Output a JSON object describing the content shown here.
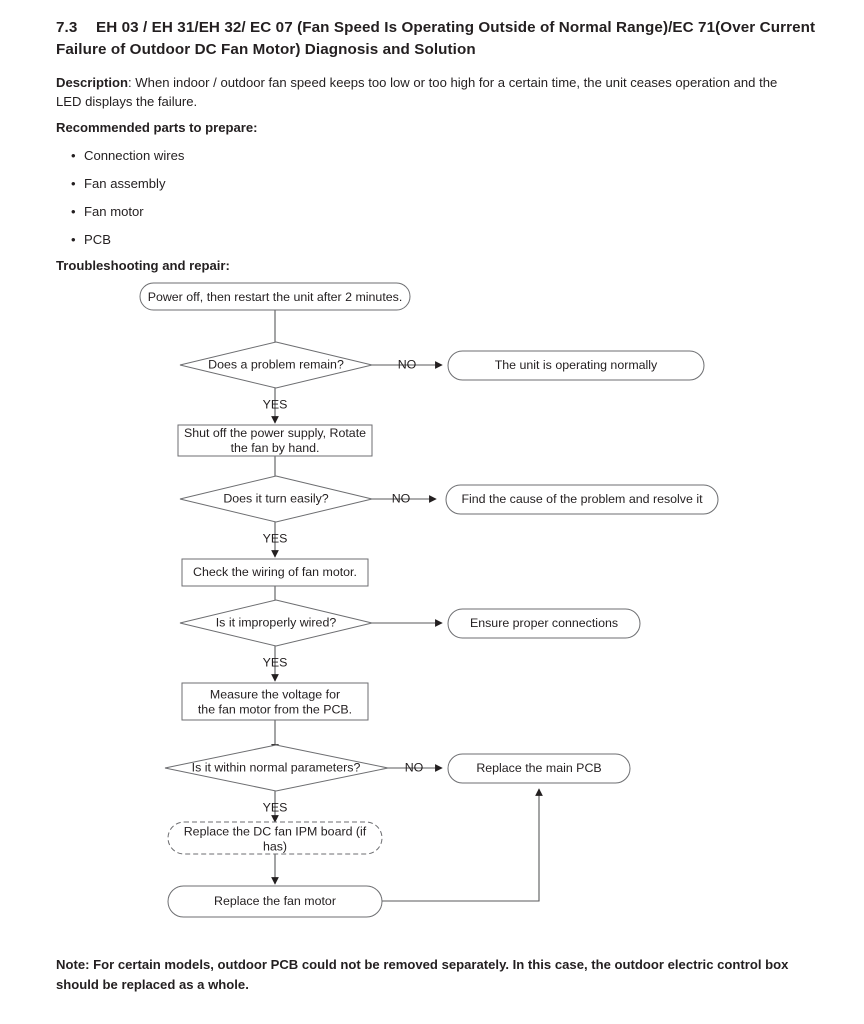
{
  "heading": {
    "number": "7.3",
    "text": "EH 03 / EH 31/EH 32/ EC 07 (Fan Speed Is Operating Outside of Normal Range)/EC 71(Over Current Failure of Outdoor DC Fan Motor) Diagnosis and Solution"
  },
  "description": {
    "label": "Description",
    "body": ": When indoor / outdoor fan speed keeps too low or too high for a certain time, the unit ceases operation and the LED displays the failure."
  },
  "recommended_parts": {
    "heading": "Recommended parts to prepare:",
    "bullet_glyph": "•",
    "items": [
      "Connection wires",
      "Fan assembly",
      "Fan motor",
      "PCB"
    ]
  },
  "troubleshooting": {
    "heading": "Troubleshooting and repair:"
  },
  "note": "Note: For certain models, outdoor PCB could not be removed separately. In this case, the outdoor electric control box should be replaced as a whole.",
  "chart_data": {
    "type": "diagram",
    "diagram_kind": "flowchart",
    "nodes": [
      {
        "id": "start",
        "shape": "rounded",
        "lines": [
          "Power off, then restart the unit after 2 minutes."
        ]
      },
      {
        "id": "d1",
        "shape": "diamond",
        "lines": [
          "Does a problem remain?"
        ]
      },
      {
        "id": "ok",
        "shape": "rounded",
        "lines": [
          "The unit is operating normally"
        ]
      },
      {
        "id": "p1",
        "shape": "rect",
        "lines": [
          "Shut off the power supply, Rotate",
          "the fan by hand."
        ]
      },
      {
        "id": "d2",
        "shape": "diamond",
        "lines": [
          "Does it turn easily?"
        ]
      },
      {
        "id": "find",
        "shape": "rounded",
        "lines": [
          "Find the cause of the problem and resolve it"
        ]
      },
      {
        "id": "p2",
        "shape": "rect",
        "lines": [
          "Check the wiring of fan motor."
        ]
      },
      {
        "id": "d3",
        "shape": "diamond",
        "lines": [
          "Is it improperly wired?"
        ]
      },
      {
        "id": "ensure",
        "shape": "rounded",
        "lines": [
          "Ensure proper connections"
        ]
      },
      {
        "id": "p3",
        "shape": "rect",
        "lines": [
          "Measure the voltage for",
          "the fan motor from the  PCB."
        ]
      },
      {
        "id": "d4",
        "shape": "diamond",
        "lines": [
          "Is it within normal parameters?"
        ]
      },
      {
        "id": "mainpcb",
        "shape": "rounded",
        "lines": [
          "Replace the main PCB"
        ]
      },
      {
        "id": "ipm",
        "shape": "rounded-dashed",
        "lines": [
          "Replace the DC  fan IPM board (if",
          "has)"
        ]
      },
      {
        "id": "fanmotor",
        "shape": "rounded",
        "lines": [
          "Replace the fan motor"
        ]
      }
    ],
    "edge_labels": {
      "d1_no": "NO",
      "d1_yes": "YES",
      "d2_no": "NO",
      "d2_yes": "YES",
      "d3_yes": "YES",
      "d4_no": "NO",
      "d4_yes": "YES"
    }
  },
  "colors": {
    "text": "#231f20",
    "shape_stroke": "#6d6e71",
    "connector": "#58595b",
    "page_background": "#ffffff"
  }
}
